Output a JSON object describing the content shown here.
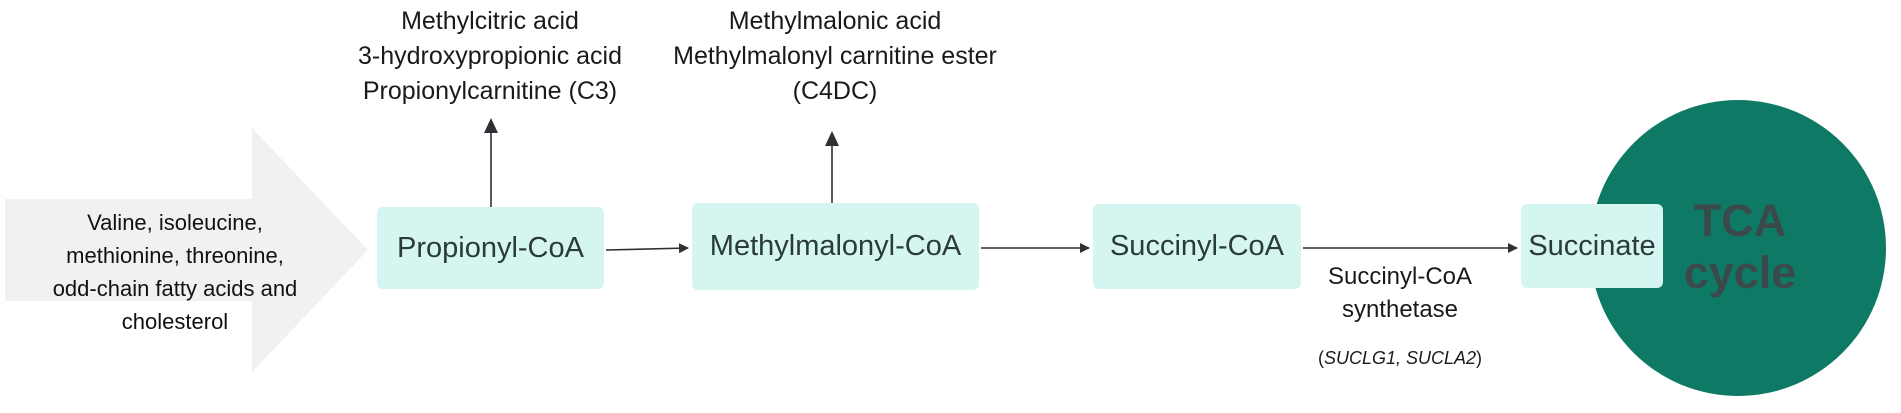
{
  "colors": {
    "node_fill": "#d4f5f0",
    "input_arrow_fill": "#f1f1f2",
    "tca_fill": "#0e7a66",
    "arrow": "#2f3035"
  },
  "input": {
    "lines": [
      "Valine, isoleucine,",
      "methionine, threonine,",
      "odd-chain fatty acids and",
      "cholesterol"
    ]
  },
  "nodes": {
    "propionyl": "Propionyl-CoA",
    "methylmalonyl": "Methylmalonyl-CoA",
    "succinyl": "Succinyl-CoA",
    "succinate": "Succinate"
  },
  "tca": {
    "lines": [
      "TCA",
      "cycle"
    ]
  },
  "propionyl_products": {
    "lines": [
      "Methylcitric acid",
      "3-hydroxypropionic acid",
      "Propionylcarnitine (C3)"
    ]
  },
  "methylmalonyl_products": {
    "lines": [
      "Methylmalonic acid",
      "Methylmalonyl carnitine ester",
      "(C4DC)"
    ]
  },
  "enzyme": {
    "lines": [
      "Succinyl-CoA",
      "synthetase"
    ],
    "genes_open": "(",
    "genes": "SUCLG1, SUCLA2",
    "genes_close": ")"
  }
}
